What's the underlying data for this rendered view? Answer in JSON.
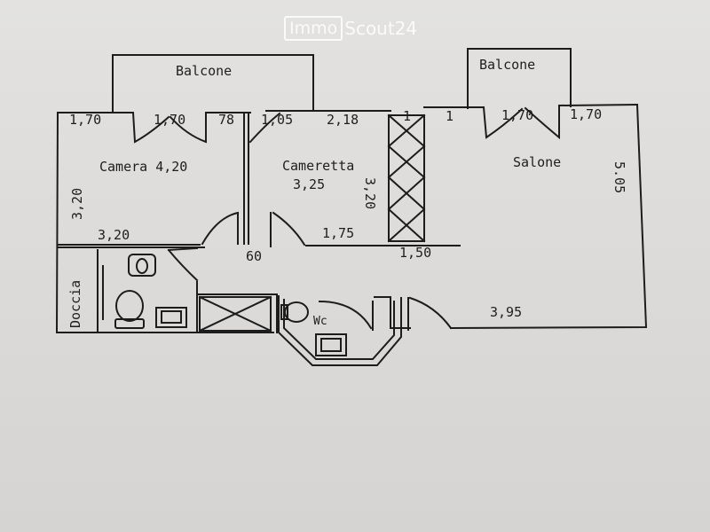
{
  "watermark": {
    "brand_box": "Immo",
    "brand_rest": "Scout24"
  },
  "rooms": {
    "balcone_left": "Balcone",
    "balcone_right": "Balcone",
    "camera": "Camera 4,20",
    "cameretta": "Cameretta",
    "cameretta_area": "3,25",
    "salone": "Salone",
    "doccia": "Doccia",
    "wc": "Wc"
  },
  "dimensions": {
    "d1": "1,70",
    "d2": "1,70",
    "d3": "78",
    "d4": "1,05",
    "d5": "2,18",
    "d6": "1",
    "d7": "1",
    "d8": "1,70",
    "d9": "1,70",
    "camera_h": "3,20",
    "camera_w": "3,20",
    "cameretta_h": "3,20",
    "cameretta_w": "1,75",
    "door_60": "60",
    "d_150": "1,50",
    "salone_h": "5.05",
    "salone_w": "3,95"
  }
}
